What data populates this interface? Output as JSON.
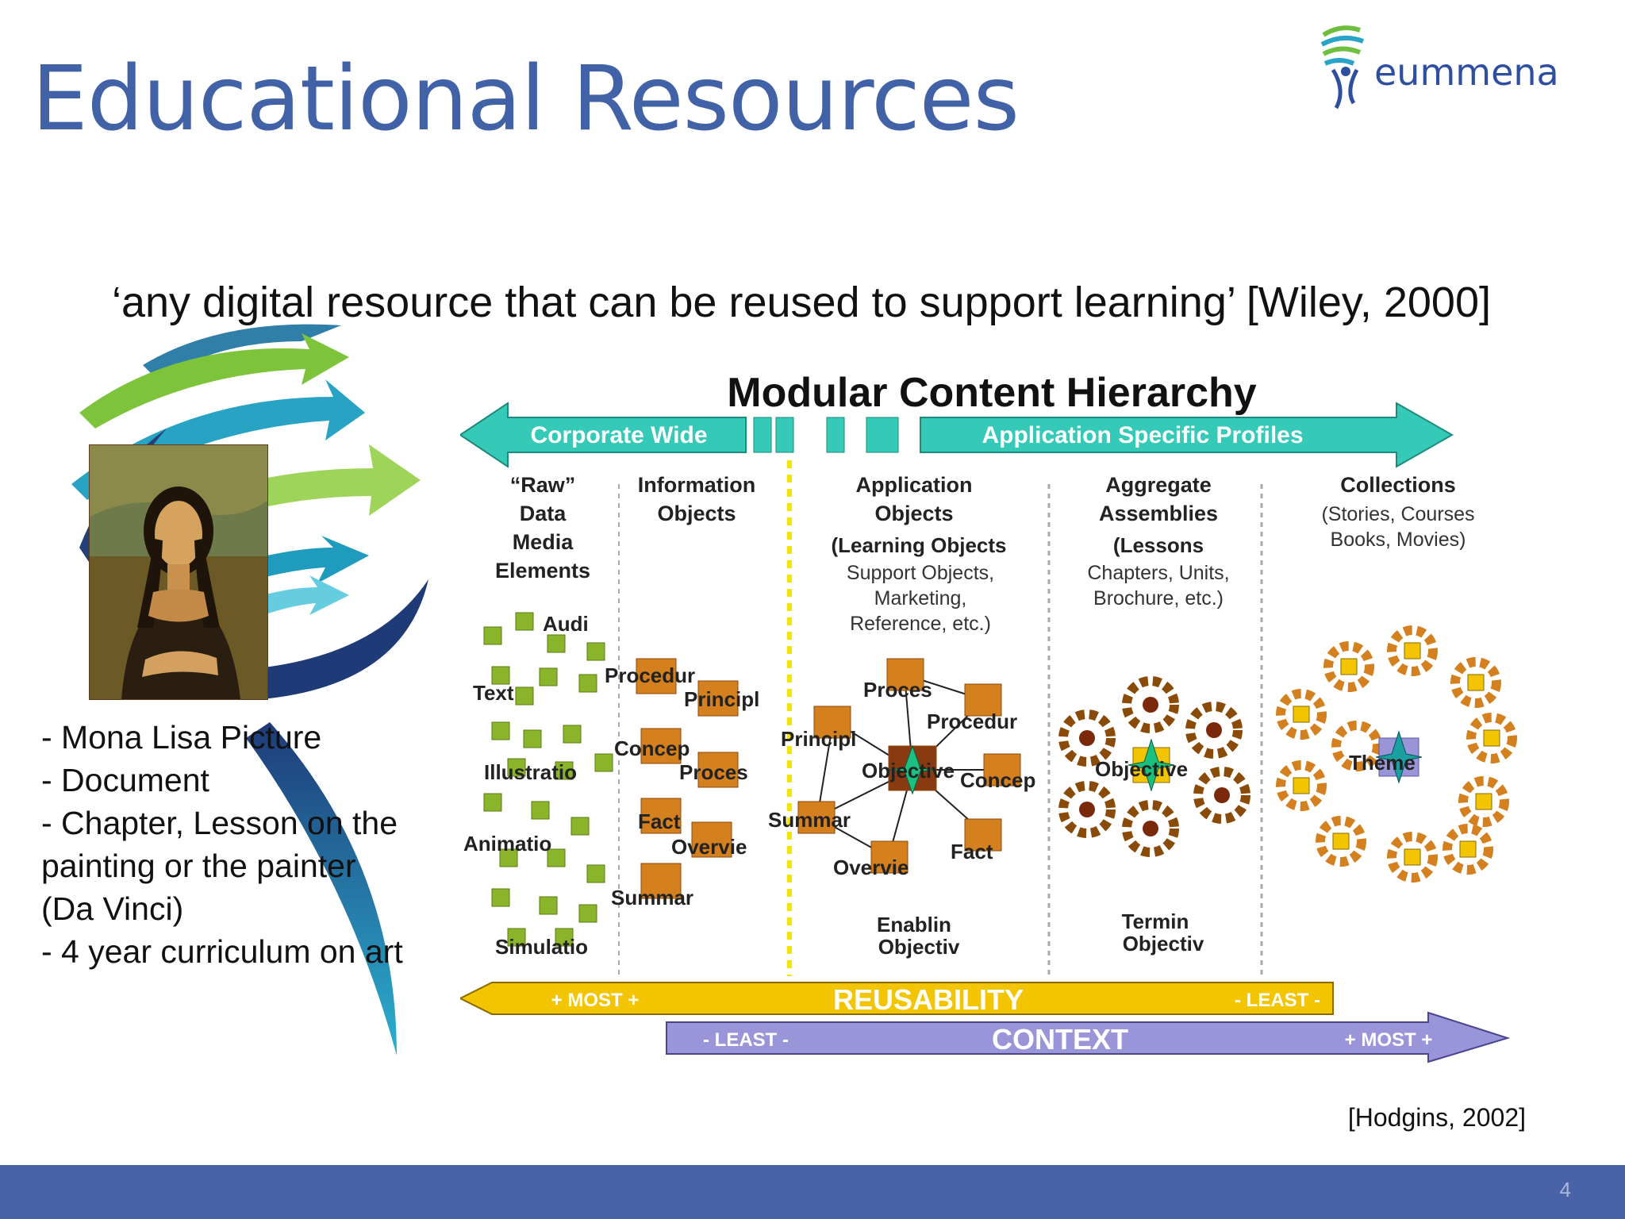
{
  "slide": {
    "title": "Educational Resources",
    "quote": "‘any digital resource that can be reused to support learning’  [Wiley, 2000]",
    "examples": [
      "- Mona Lisa Picture",
      "- Document",
      "- Chapter, Lesson on the painting or the painter (Da Vinci)",
      "- 4 year curriculum on art"
    ],
    "citation": "[Hodgins, 2002]",
    "page_number": "4"
  },
  "logo": {
    "word": "eummena",
    "icon": "eummena-swirl-figure-icon"
  },
  "diagram": {
    "title": "Modular Content Hierarchy",
    "left_arrow": "Corporate Wide",
    "right_arrow": "Application Specific Profiles",
    "columns": [
      {
        "heading": [
          "“Raw”",
          "Data",
          "Media",
          "Elements"
        ],
        "labels": [
          "Audi",
          "Text",
          "Illustratio",
          "Animatio",
          "Simulatio"
        ]
      },
      {
        "heading": [
          "Information",
          "Objects"
        ],
        "labels": [
          "Procedur",
          "Principl",
          "Concep",
          "Proces",
          "Fact",
          "Overvie",
          "Summar"
        ]
      },
      {
        "heading": [
          "Application",
          "Objects",
          "(Learning Objects",
          "Support Objects,",
          "Marketing,",
          "Reference, etc.)"
        ],
        "labels": [
          "Proces",
          "Procedur",
          "Principl",
          "Objective",
          "Concep",
          "Summar",
          "Fact",
          "Overvie"
        ],
        "footer": [
          "Enablin",
          "Objectiv"
        ]
      },
      {
        "heading": [
          "Aggregate",
          "Assemblies",
          "(Lessons",
          "Chapters, Units,",
          "Brochure, etc.)"
        ],
        "labels": [
          "Objective"
        ],
        "footer": [
          "Termin",
          "Objectiv"
        ]
      },
      {
        "heading": [
          "Collections",
          "(Stories, Courses",
          "Books, Movies)"
        ],
        "labels": [
          "Theme"
        ]
      }
    ],
    "reusability": {
      "label": "REUSABILITY",
      "left": "+ MOST +",
      "right": "- LEAST -"
    },
    "context": {
      "label": "CONTEXT",
      "left": "- LEAST -",
      "right": "+ MOST +"
    },
    "colors": {
      "teal": "#35c9b8",
      "green": "#7ab51d",
      "orange": "#c8701a",
      "yellow": "#f2c500",
      "purple": "#9a95d9"
    }
  }
}
